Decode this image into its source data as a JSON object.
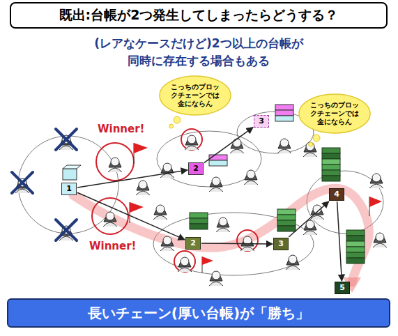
{
  "diagram": {
    "title": "既出:台帳が2つ発生してしまったらどうする？",
    "caption": "長いチェーン(厚い台帳)が「勝ち」",
    "nodes": [
      {
        "text": [
          "こっちのブロックチェーンでは金にならん"
        ]
      },
      {
        "text": [
          "こっちのブロックチェーンでは金にならん"
        ]
      },
      {
        "text": [
          "1"
        ]
      },
      {
        "text": [
          "2"
        ]
      },
      {
        "text": [
          "3"
        ]
      },
      {
        "text": [
          "2"
        ]
      },
      {
        "text": [
          "3"
        ]
      },
      {
        "text": [
          "4"
        ]
      },
      {
        "text": [
          "5"
        ]
      }
    ],
    "edges": [
      {
        "from": 2,
        "to": 3,
        "arrow": "to"
      },
      {
        "from": 3,
        "to": 4,
        "arrow": "to"
      },
      {
        "from": 2,
        "to": 5,
        "arrow": "to"
      },
      {
        "from": 5,
        "to": 6,
        "arrow": "to"
      },
      {
        "from": 6,
        "to": 7,
        "arrow": "to"
      },
      {
        "from": 7,
        "to": 8,
        "arrow": "to"
      }
    ],
    "labels": [
      "(レアなケースだけど)2つ以上の台帳が 同時に存在する場合もある",
      "Winner!",
      "Winner!"
    ]
  }
}
